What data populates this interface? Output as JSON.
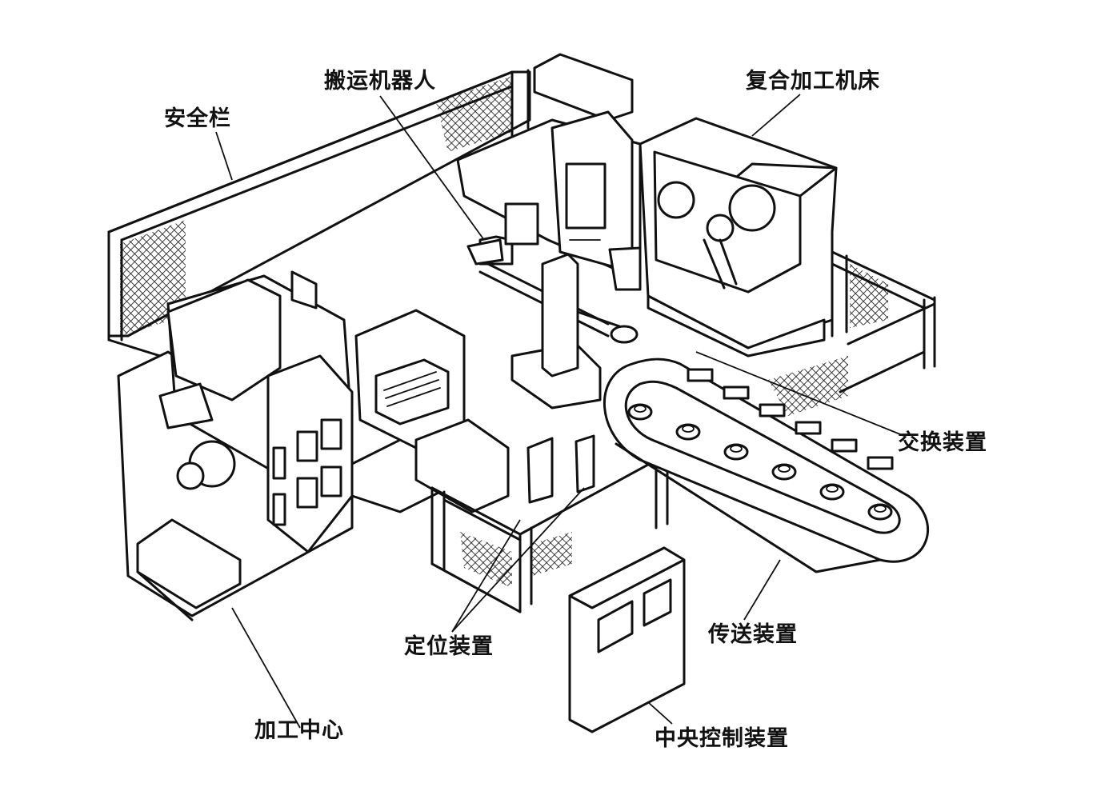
{
  "labels": {
    "safety_fence": "安全栏",
    "transfer_robot": "搬运机器人",
    "compound_machine": "复合加工机床",
    "exchange_device": "交换装置",
    "positioning_device": "定位装置",
    "conveyor_device": "传送装置",
    "machining_center": "加工中心",
    "central_control": "中央控制装置"
  },
  "colors": {
    "ink": "#111111",
    "paper": "#ffffff"
  }
}
